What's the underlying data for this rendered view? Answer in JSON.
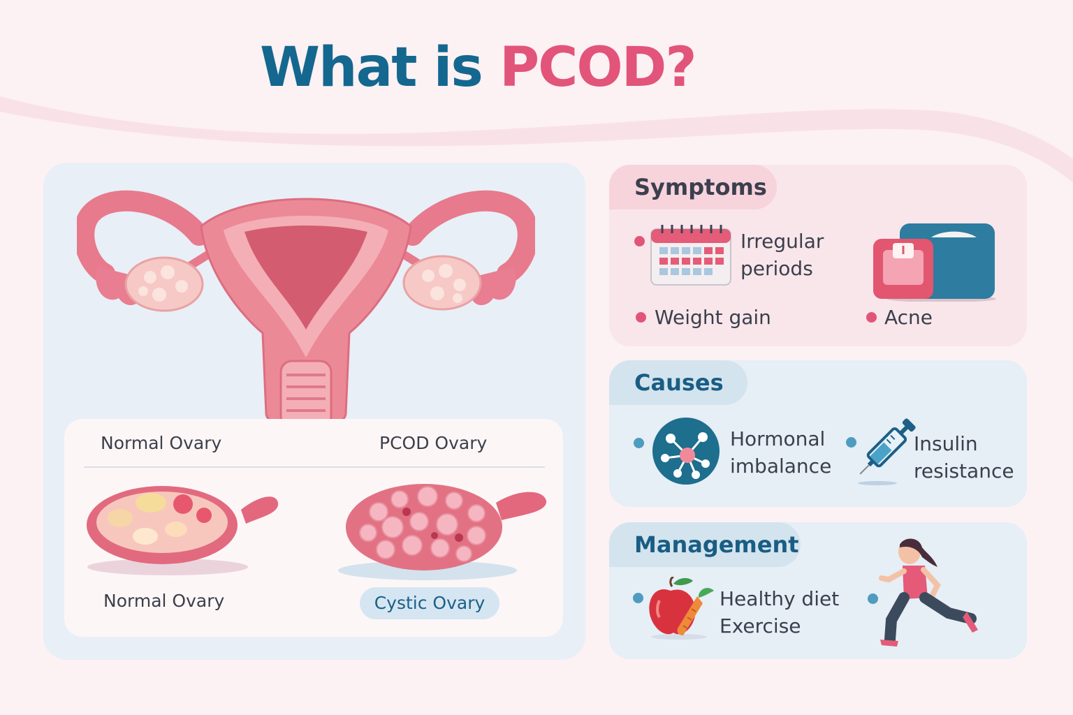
{
  "title": {
    "part1": "What is",
    "part2": "PCOD?"
  },
  "anatomy": {
    "normal_ovary_top": "Normal Ovary",
    "pcod_ovary_top": "PCOD Ovary",
    "normal_ovary_bottom": "Normal Ovary",
    "cystic_ovary_label": "Cystic Ovary"
  },
  "symptoms": {
    "heading": "Symptoms",
    "items": [
      {
        "label": "Irregular",
        "label2": "periods",
        "icon": "calendar-icon"
      },
      {
        "label": "Weight gain",
        "icon": "weighing-scale-icon"
      },
      {
        "label": "Acne"
      }
    ]
  },
  "causes": {
    "heading": "Causes",
    "items": [
      {
        "label": "Hormonal",
        "label2": "imbalance",
        "icon": "hormone-molecule-icon"
      },
      {
        "label": "Insulin",
        "label2": "resistance",
        "icon": "syringe-icon"
      }
    ]
  },
  "management": {
    "heading": "Management",
    "items": [
      {
        "label": "Healthy diet",
        "label2": "Exercise",
        "icon": "apple-carrot-icon"
      },
      {
        "icon": "running-woman-icon"
      }
    ]
  },
  "colors": {
    "background": "#fcf1f3",
    "title_blue": "#14678f",
    "title_pink": "#e2547a",
    "symptoms_card": "#f9e6ea",
    "causes_card": "#e6eef6"
  }
}
